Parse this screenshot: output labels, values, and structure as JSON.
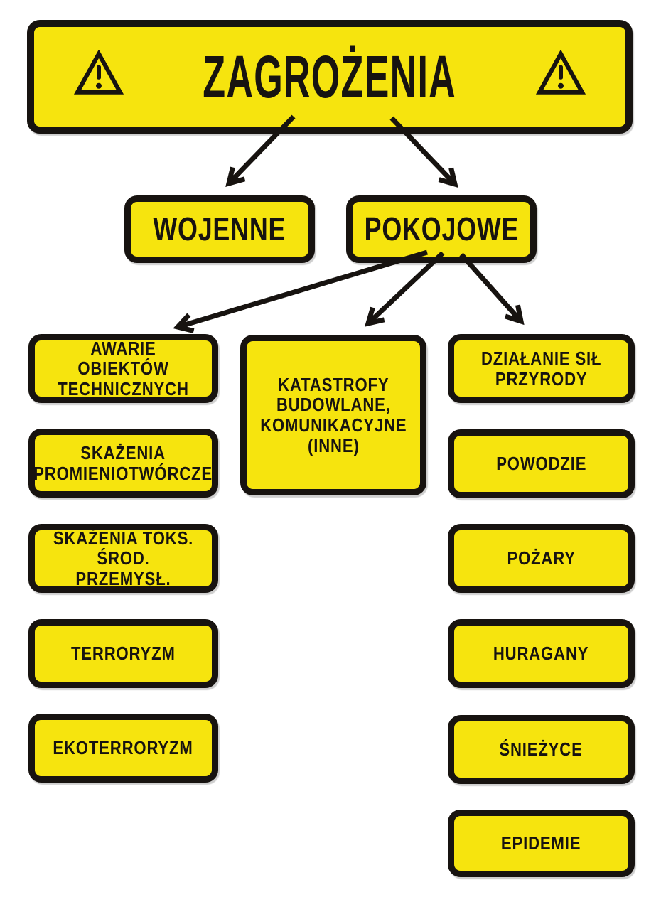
{
  "diagram": {
    "title": "ZAGROŻENIA",
    "colors": {
      "box_fill": "#f6e40e",
      "box_border": "#171310",
      "arrow": "#171310",
      "background": "#ffffff"
    },
    "root": {
      "label": "ZAGROŻENIA",
      "left_icon": "warning-triangle-icon",
      "right_icon": "warning-triangle-icon"
    },
    "level2": {
      "wojenne": {
        "label": "WOJENNE"
      },
      "pokojowe": {
        "label": "POKOJOWE"
      }
    },
    "left_column": [
      {
        "label": "AWARIE OBIEKTÓW\nTECHNICZNYCH"
      },
      {
        "label": "SKAŻENIA\nPROMIENIOTWÓRCZE"
      },
      {
        "label": "SKAŻENIA TOKS.\nŚROD. PRZEMYSŁ."
      },
      {
        "label": "TERRORYZM"
      },
      {
        "label": "EKOTERRORYZM"
      }
    ],
    "middle_column": [
      {
        "label": "KATASTROFY\nBUDOWLANE,\nKOMUNIKACYJNE\n(INNE)"
      }
    ],
    "right_column": [
      {
        "label": "DZIAŁANIE SIŁ\nPRZYRODY"
      },
      {
        "label": "POWODZIE"
      },
      {
        "label": "POŻARY"
      },
      {
        "label": "HURAGANY"
      },
      {
        "label": "ŚNIEŻYCE"
      },
      {
        "label": "EPIDEMIE"
      }
    ],
    "edges": [
      {
        "from": "ZAGROŻENIA",
        "to": "WOJENNE"
      },
      {
        "from": "ZAGROŻENIA",
        "to": "POKOJOWE"
      },
      {
        "from": "POKOJOWE",
        "to": "AWARIE OBIEKTÓW TECHNICZNYCH"
      },
      {
        "from": "POKOJOWE",
        "to": "KATASTROFY BUDOWLANE, KOMUNIKACYJNE (INNE)"
      },
      {
        "from": "POKOJOWE",
        "to": "DZIAŁANIE SIŁ PRZYRODY"
      }
    ]
  }
}
